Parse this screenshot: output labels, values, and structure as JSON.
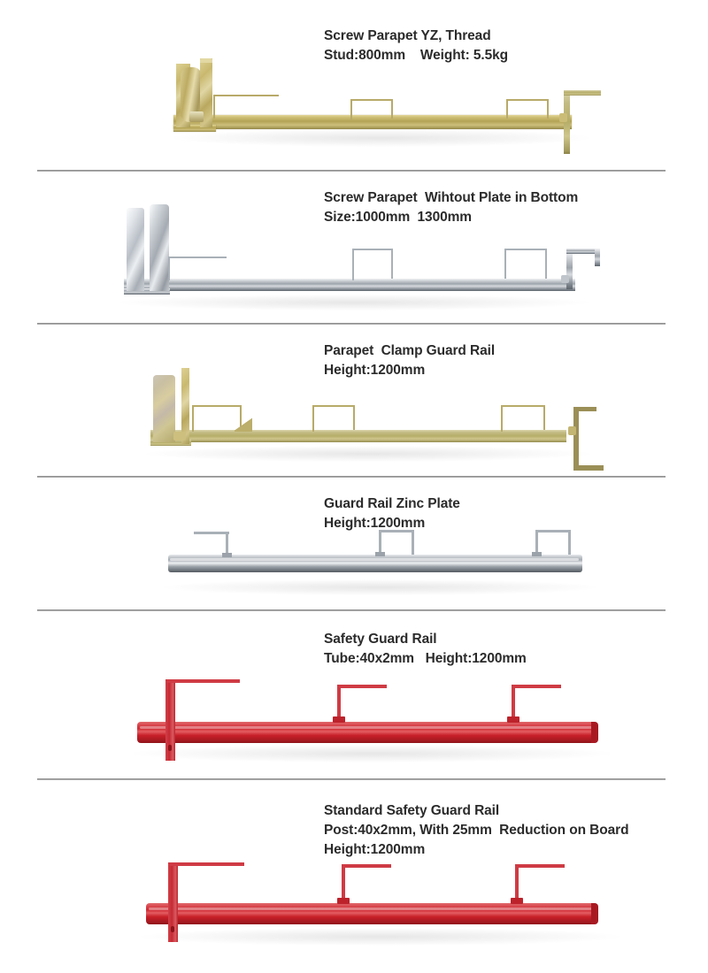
{
  "document": {
    "type": "product-catalog-sheet",
    "background_color": "#ffffff",
    "divider_color": "#8d8d8d",
    "text_color": "#2b2b2b"
  },
  "products": [
    {
      "id": "screw-parapet-yz-thread",
      "name": "Screw Parapet YZ, Thread",
      "spec_lines": [
        "Stud:800mm    Weight: 5.5kg"
      ],
      "finish": "yellow-zinc",
      "color": "#b3a355",
      "image_alt": "yellow zinc plated screw parapet guard rail bracket with threaded stud clamp at left and L-shaped end post"
    },
    {
      "id": "screw-parapet-without-plate",
      "name": "Screw Parapet  Wihtout Plate in Bottom",
      "spec_lines": [
        "Size:1000mm  1300mm"
      ],
      "finish": "galvanized-silver",
      "color": "#9da4ab",
      "image_alt": "galvanized steel screw parapet clamp without bottom plate, two vertical jaw plates at left"
    },
    {
      "id": "parapet-clamp-guard-rail",
      "name": "Parapet  Clamp Guard Rail",
      "spec_lines": [
        "Height:1200mm"
      ],
      "finish": "yellow-zinc-iridescent",
      "color": "#b5ad68",
      "image_alt": "parapet clamp guard rail in iridescent yellow zinc with rectangular board clips"
    },
    {
      "id": "guard-rail-zinc-plate",
      "name": "Guard Rail Zinc Plate",
      "spec_lines": [
        "Height:1200mm"
      ],
      "finish": "bright-zinc",
      "color": "#a6acb3",
      "image_alt": "zinc plated guard rail tube with three thin wire board clips"
    },
    {
      "id": "safety-guard-rail",
      "name": "Safety Guard Rail",
      "spec_lines": [
        "Tube:40x2mm   Height:1200mm"
      ],
      "finish": "red-powder-coated",
      "color": "#cf2a33",
      "image_alt": "red powder coated safety guard rail, 40x2mm round tube with flat vertical post"
    },
    {
      "id": "standard-safety-guard-rail",
      "name": "Standard Safety Guard Rail",
      "spec_lines": [
        "Post:40x2mm, With 25mm  Reduction on Board",
        "Height:1200mm"
      ],
      "finish": "red-powder-coated",
      "color": "#cf2a33",
      "image_alt": "standard red safety guard rail with 25mm board reduction and 40x2mm post"
    }
  ]
}
